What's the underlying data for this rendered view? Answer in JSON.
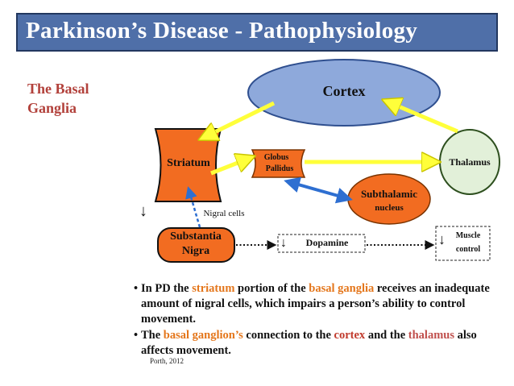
{
  "title": "Parkinson’s Disease - Pathophysiology",
  "side_label": "The Basal Ganglia",
  "nodes": {
    "cortex": "Cortex",
    "striatum": "Striatum",
    "globus_line1": "Globus",
    "globus_line2": "Pallidus",
    "thalamus": "Thalamus",
    "subthalamic_line1": "Subthalamic",
    "subthalamic_line2": "nucleus",
    "substantia_line1": "Substantia",
    "substantia_line2": "Nigra",
    "nigral_cells": "Nigral cells",
    "dopamine": "Dopamine",
    "muscle_line1": "Muscle",
    "muscle_line2": "control"
  },
  "bullets": {
    "b1_a": "In PD the ",
    "b1_striatum": "striatum",
    "b1_b": " portion of the ",
    "b1_basal": "basal ganglia",
    "b1_c": " receives an inadequate amount of nigral cells, which impairs a person’s ability to control movement.",
    "b2_basal": "basal ganglion’s",
    "b2_a": "The ",
    "b2_b": " connection to the ",
    "b2_cortex": "cortex",
    "b2_c": " and the ",
    "b2_thalamus": "thalamus",
    "b2_d": " also affects movement."
  },
  "source": "Porth, 2012",
  "colors": {
    "title_bg": "#4f6fa8",
    "cortex_fill": "#8ea9db",
    "orange_fill": "#f26c21",
    "thalamus_fill": "#e2f0d9",
    "yellow_arrow": "#ffff3a",
    "blue_arrow": "#2e6fd1"
  }
}
